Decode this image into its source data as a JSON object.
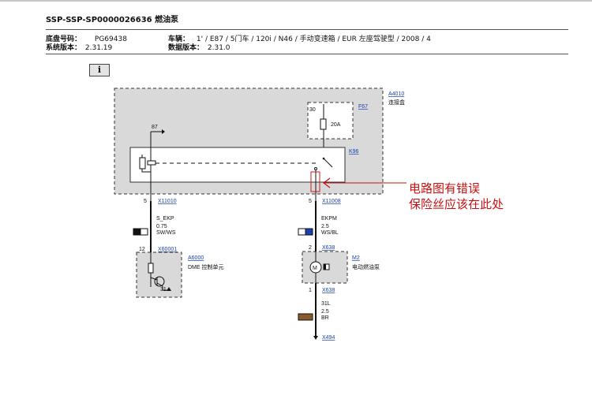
{
  "header": {
    "title": "SSP-SSP-SP0000026636 燃油泵",
    "chassis_label": "底盘号码：",
    "chassis_value": "PG69438",
    "system_label": "系统版本：",
    "system_value": "2.31.19",
    "vehicle_label": "车辆：",
    "vehicle_value": "1' / E87 / 5门车 / 120i / N46 / 手动变速箱 / EUR 左座驾驶型 / 2008 / 4",
    "data_label": "数据版本：",
    "data_value": "2.31.0"
  },
  "info_button": "i",
  "diagram": {
    "junction_box": {
      "id": "A4010",
      "name": "连接盒"
    },
    "fuse": {
      "id": "F67",
      "pin": "30",
      "rating": "20A"
    },
    "relay": {
      "id": "K96",
      "pin": "87"
    },
    "left_branch": {
      "pin_top": "5",
      "connector_top": "X11010",
      "wire_name": "S_EKP",
      "wire_size": "0.75",
      "wire_color": "SW/WS",
      "pin_bottom": "12",
      "connector_bottom": "X60001",
      "module_id": "A6000",
      "module_name": "DME 控制单元",
      "ground_pin": "31"
    },
    "right_branch": {
      "pin_top": "5",
      "connector_top": "X11008",
      "wire_name": "EKPM",
      "wire_size": "2.5",
      "wire_color": "WS/BL",
      "pin_m2_top": "2",
      "connector_m2_top": "X638",
      "module_id": "M2",
      "module_name": "电动燃油泵",
      "pin_m2_bottom": "1",
      "connector_m2_bottom": "X638",
      "ground_wire_name": "31L",
      "ground_wire_size": "2.5",
      "ground_wire_color": "BR",
      "ground_connector": "X494"
    }
  },
  "annotation": {
    "line1": "电路图有错误",
    "line2": "保险丝应该在此处",
    "color": "#c81010"
  },
  "colors": {
    "sw_ws_swatch": [
      "#111111",
      "#ffffff"
    ],
    "ws_bl_swatch": [
      "#ffffff",
      "#1a3fb0"
    ],
    "br_swatch": "#8b5a2b",
    "box_fill": "#d9d9d9"
  }
}
